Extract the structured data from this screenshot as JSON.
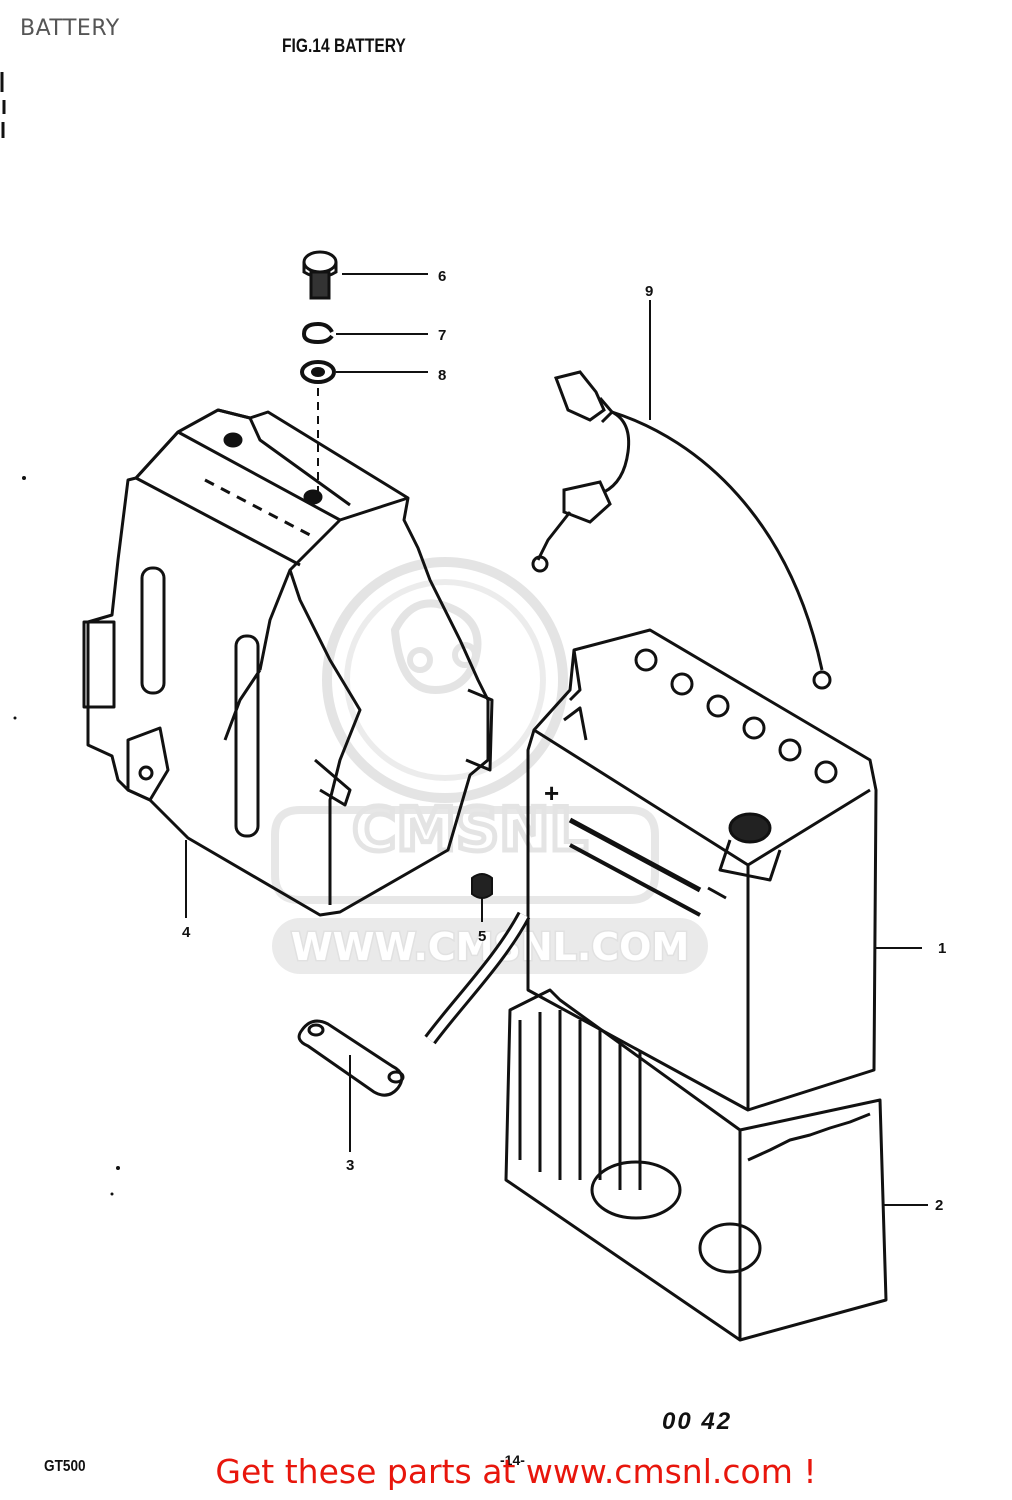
{
  "header": {
    "page_title": "BATTERY",
    "figure_title": "FIG.14  BATTERY"
  },
  "callouts": [
    {
      "number": "1",
      "part": "battery"
    },
    {
      "number": "2",
      "part": "battery-tray"
    },
    {
      "number": "3",
      "part": "terminal-link"
    },
    {
      "number": "4",
      "part": "battery-cover"
    },
    {
      "number": "5",
      "part": "cover-cushion"
    },
    {
      "number": "6",
      "part": "bolt"
    },
    {
      "number": "7",
      "part": "lock-washer"
    },
    {
      "number": "8",
      "part": "washer"
    },
    {
      "number": "9",
      "part": "fuse-lead"
    }
  ],
  "watermark": {
    "text": "WWW.CMSNL.COM",
    "brand": "CMSNL"
  },
  "footer": {
    "model": "GT500",
    "page": "-14-",
    "code": "00 42",
    "promo": "Get these parts at www.cmsnl.com !"
  }
}
